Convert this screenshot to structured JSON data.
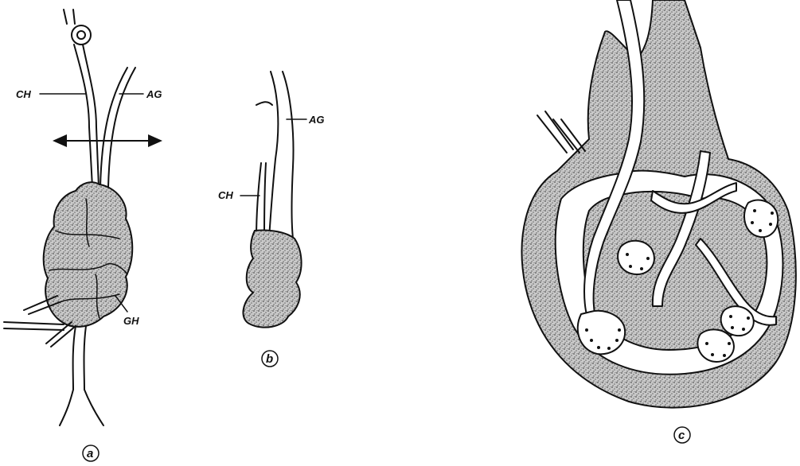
{
  "panels": {
    "a": {
      "letter": "a",
      "labels": {
        "ch": "CH",
        "ag": "AG",
        "gh": "GH"
      }
    },
    "b": {
      "letter": "b",
      "labels": {
        "ag": "AG",
        "ch": "CH"
      }
    },
    "c": {
      "letter": "c"
    }
  },
  "colors": {
    "ink": "#111111",
    "stipple": "#777777",
    "paper": "#ffffff"
  }
}
